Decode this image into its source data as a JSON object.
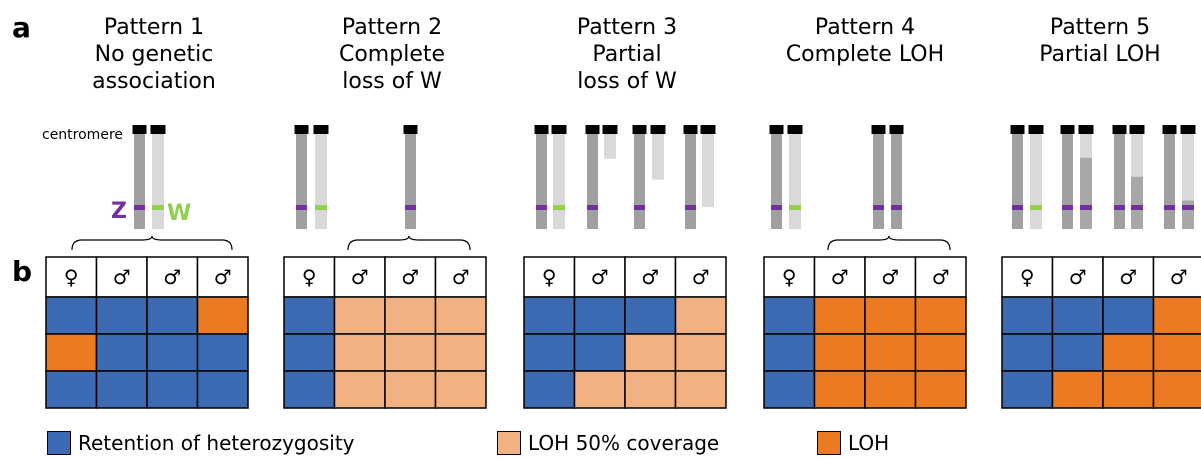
{
  "panel_labels": {
    "a": "a",
    "b": "b"
  },
  "chromosome_labels": {
    "centromere": "centromere",
    "z": "Z",
    "w": "W"
  },
  "colors": {
    "retention": "#3C6BB3",
    "loh50": "#F2B182",
    "loh": "#EB7A22",
    "z_chrom": "#A0A0A0",
    "w_chrom": "#D9D9D9",
    "w_partial": "#A8A8A8",
    "centromere": "#000000",
    "z_marker": "#7030A0",
    "w_marker": "#92D050"
  },
  "patterns": [
    {
      "title": [
        "Pattern 1",
        "No genetic",
        "association"
      ],
      "headers": [
        "♀",
        "♂",
        "♂",
        "♂"
      ],
      "grid": [
        [
          "R",
          "R",
          "R",
          "L"
        ],
        [
          "L",
          "R",
          "R",
          "R"
        ],
        [
          "R",
          "R",
          "R",
          "R"
        ]
      ]
    },
    {
      "title": [
        "Pattern 2",
        "Complete",
        "loss of W"
      ],
      "headers": [
        "♀",
        "♂",
        "♂",
        "♂"
      ],
      "grid": [
        [
          "R",
          "H",
          "H",
          "H"
        ],
        [
          "R",
          "H",
          "H",
          "H"
        ],
        [
          "R",
          "H",
          "H",
          "H"
        ]
      ]
    },
    {
      "title": [
        "Pattern 3",
        "Partial",
        "loss of W"
      ],
      "headers": [
        "♀",
        "♂",
        "♂",
        "♂"
      ],
      "grid": [
        [
          "R",
          "R",
          "R",
          "H"
        ],
        [
          "R",
          "R",
          "H",
          "H"
        ],
        [
          "R",
          "H",
          "H",
          "H"
        ]
      ]
    },
    {
      "title": [
        "Pattern 4",
        "Complete LOH"
      ],
      "headers": [
        "♀",
        "♂",
        "♂",
        "♂"
      ],
      "grid": [
        [
          "R",
          "L",
          "L",
          "L"
        ],
        [
          "R",
          "L",
          "L",
          "L"
        ],
        [
          "R",
          "L",
          "L",
          "L"
        ]
      ]
    },
    {
      "title": [
        "Pattern 5",
        "Partial LOH"
      ],
      "headers": [
        "♀",
        "♂",
        "♂",
        "♂"
      ],
      "grid": [
        [
          "R",
          "R",
          "R",
          "L"
        ],
        [
          "R",
          "R",
          "L",
          "L"
        ],
        [
          "R",
          "L",
          "L",
          "L"
        ]
      ]
    }
  ],
  "legend": [
    {
      "key": "R",
      "label": "Retention of heterozygosity"
    },
    {
      "key": "H",
      "label": "LOH 50% coverage"
    },
    {
      "key": "L",
      "label": "LOH"
    }
  ]
}
